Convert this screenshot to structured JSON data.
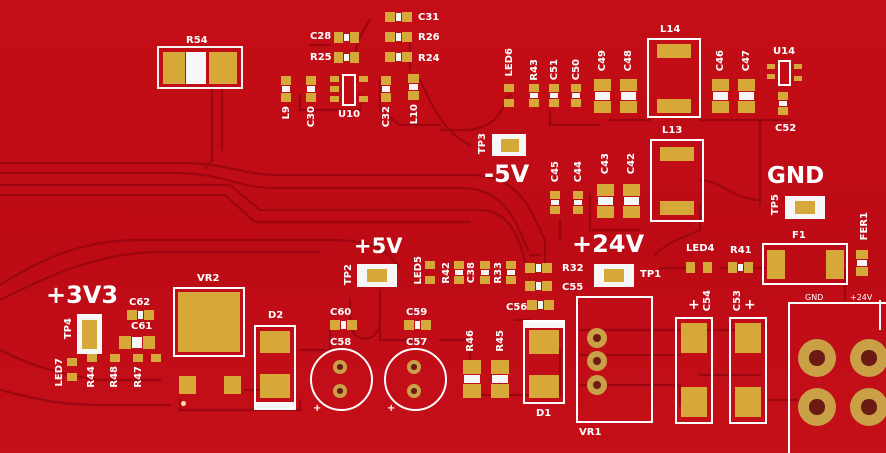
{
  "labels": {
    "r54": "R54",
    "c31": "C31",
    "c28": "C28",
    "r26": "R26",
    "r25": "R25",
    "r24": "R24",
    "l9": "L9",
    "c30": "C30",
    "u10": "U10",
    "c32": "C32",
    "l10": "L10",
    "led6": "LED6",
    "r43": "R43",
    "c51": "C51",
    "c50": "C50",
    "c49": "C49",
    "c48": "C48",
    "l14": "L14",
    "c46": "C46",
    "c47": "C47",
    "u14": "U14",
    "c52": "C52",
    "tp3": "TP3",
    "l13": "L13",
    "c45": "C45",
    "c44": "C44",
    "c43": "C43",
    "c42": "C42",
    "tp5": "TP5",
    "fer1": "FER1",
    "f1": "F1",
    "led4": "LED4",
    "r41": "R41",
    "tp2": "TP2",
    "led5": "LED5",
    "r42": "R42",
    "c38": "C38",
    "r33": "R33",
    "r32": "R32",
    "tp1": "TP1",
    "c55": "C55",
    "c56": "C56",
    "vr2": "VR2",
    "c62": "C62",
    "c61": "C61",
    "tp4": "TP4",
    "d2": "D2",
    "c60": "C60",
    "c58": "C58",
    "c59": "C59",
    "c57": "C57",
    "r46": "R46",
    "r45": "R45",
    "d1": "D1",
    "vr1": "VR1",
    "c54": "C54",
    "c53": "C53",
    "led7": "LED7",
    "r44": "R44",
    "r48": "R48",
    "r47": "R47",
    "gnd_small": "GND",
    "p24v_small": "+24V",
    "plus_a": "+",
    "plus_b": "+",
    "plus_c": "+",
    "plus_d": "+"
  },
  "rails": {
    "neg5v": "-5V",
    "gnd": "GND",
    "p5v": "+5V",
    "p24v": "+24V",
    "p3v3": "+3V3"
  },
  "colors": {
    "soldermask": "#c20d17",
    "trace": "#9e0710",
    "pad": "#d6a83a",
    "silkscreen": "#ffffff"
  }
}
